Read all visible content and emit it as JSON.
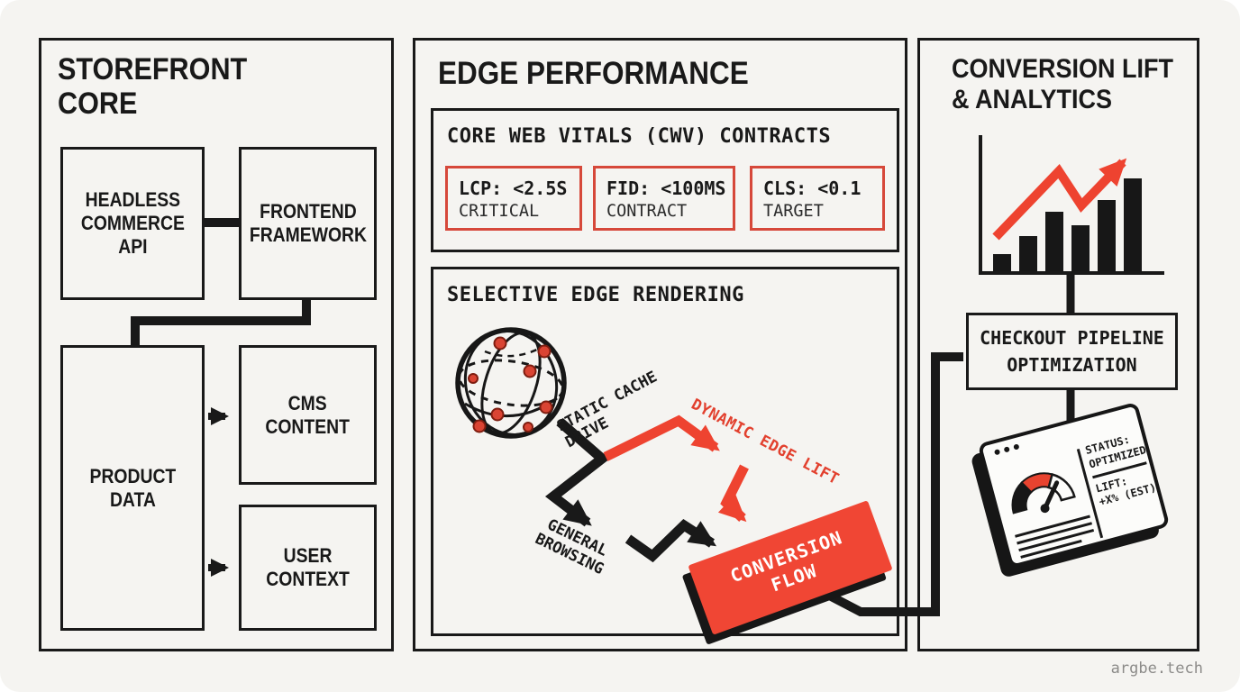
{
  "colors": {
    "ink": "#191919",
    "accent_red": "#ee4330",
    "background": "#f5f4f1",
    "metric_border_red": "#d6483a",
    "conversion_red": "#f04634"
  },
  "watermark": "argbe.tech",
  "storefront": {
    "title": "STOREFRONT\nCORE",
    "headless_label": "HEADLESS\nCOMMERCE\nAPI",
    "frontend_label": "FRONTEND\nFRAMEWORK",
    "product_label": "PRODUCT\nDATA",
    "cms_label": "CMS\nCONTENT",
    "user_label": "USER\nCONTEXT"
  },
  "edge": {
    "title": "EDGE PERFORMANCE",
    "cwv_heading": "CORE WEB VITALS (CWV) CONTRACTS",
    "metrics": [
      {
        "value": "LCP: <2.5S",
        "label": "CRITICAL"
      },
      {
        "value": "FID: <100MS",
        "label": "CONTRACT"
      },
      {
        "value": "CLS: <0.1",
        "label": "TARGET"
      }
    ],
    "rendering_heading": "SELECTIVE EDGE RENDERING",
    "static_label": "STATIC CACHE\nDRIVE",
    "dynamic_label": "DYNAMIC EDGE LIFT",
    "general_label": "GENERAL\nBROWSING",
    "conversion_label": "CONVERSION\nFLOW"
  },
  "analytics": {
    "title": "CONVERSION LIFT\n& ANALYTICS",
    "chart_bars": [
      21,
      41,
      68,
      53,
      81,
      105
    ],
    "checkout_label": "CHECKOUT PIPELINE\nOPTIMIZATION",
    "dashboard": {
      "status_label": "STATUS:",
      "status_value": "OPTIMIZED",
      "lift_label": "LIFT:",
      "lift_value": "+X% (EST)"
    }
  }
}
